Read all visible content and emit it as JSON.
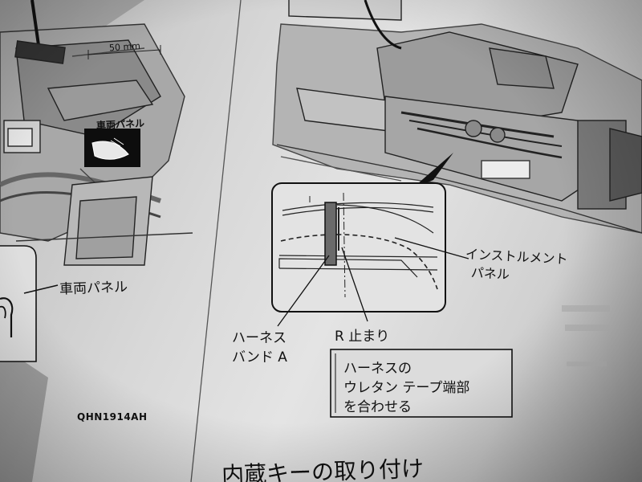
{
  "labels": {
    "dimension": "50 mm",
    "vehicle_panel_top": "車両パネル",
    "vehicle_panel_left": "車両パネル",
    "figure_code": "QHN1914AH",
    "instrument_panel_line1": "インストルメント",
    "instrument_panel_line2": "パネル",
    "harness_band_line1": "ハーネス",
    "harness_band_line2": "バンド A",
    "r_stop": "R 止まり",
    "note_line1": "ハーネスの",
    "note_line2": "ウレタン テープ端部",
    "note_line3": "を合わせる",
    "section_heading": "内蔵キーの取り付け"
  },
  "colors": {
    "paper": "#dcdcdc",
    "ink": "#111111",
    "shadow": "#2a2a2a"
  }
}
